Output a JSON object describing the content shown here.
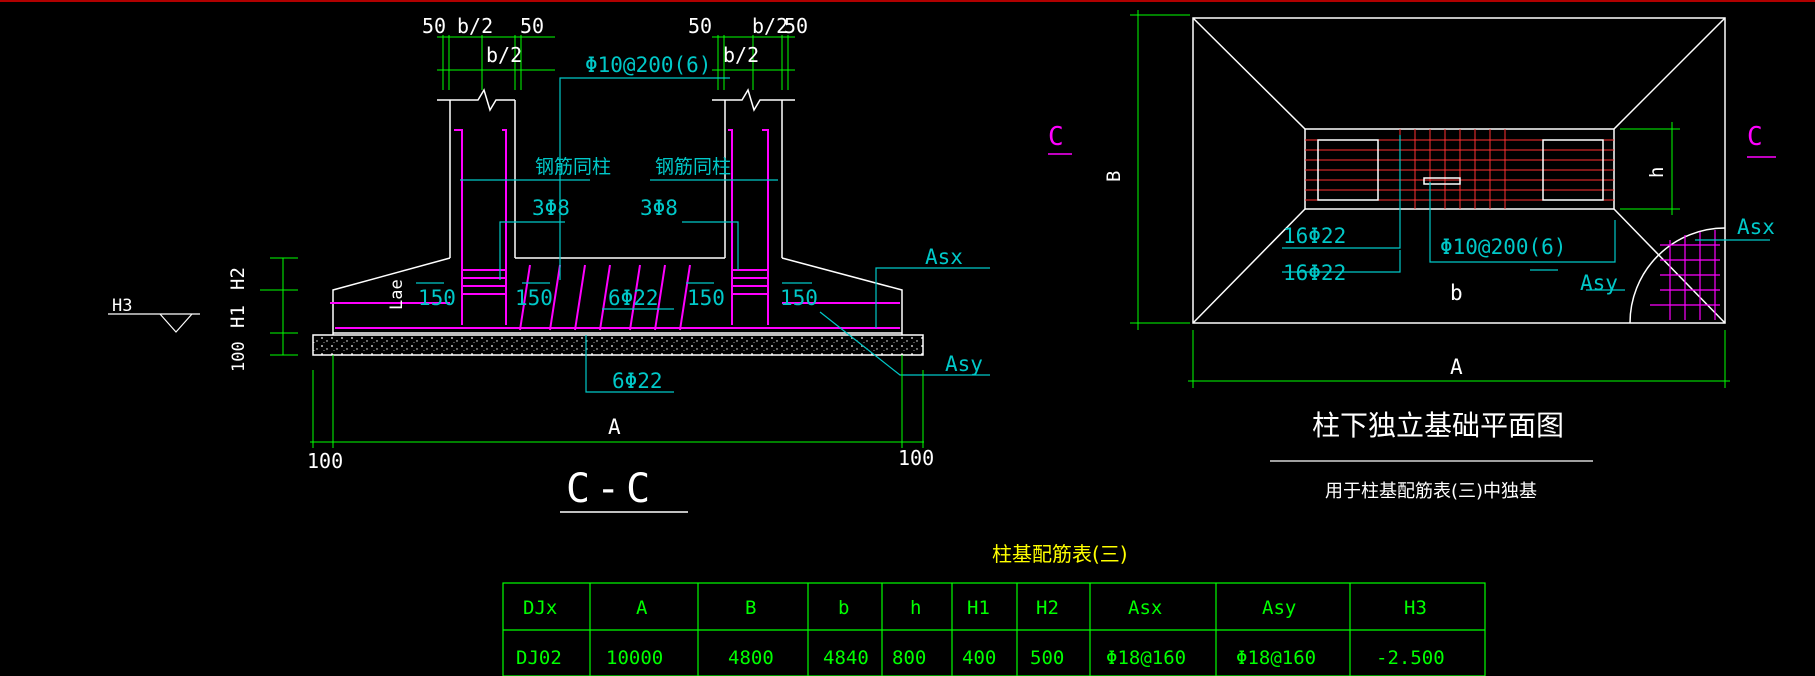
{
  "section": {
    "dims_top_left": [
      "50",
      "b/2",
      "50"
    ],
    "dims_top_right": [
      "50",
      "b/2",
      "50"
    ],
    "b2_inner": "b/2",
    "stirrup_label": "Φ10@200(6)",
    "bars_same_as_column": "钢筋同柱",
    "three_bars": "3Φ8",
    "lae": "Lae",
    "spacing_150": "150",
    "six_bars": "6Φ22",
    "asx": "Asx",
    "asy": "Asy",
    "h1": "H1",
    "h2": "H2",
    "h3": "H3",
    "cover_100": "100",
    "a_label": "A",
    "edge_100": "100",
    "section_title": "C-C"
  },
  "plan": {
    "b_label": "B",
    "c_mark": "C",
    "h_label": "h",
    "top_bars": "16Φ22",
    "bottom_bars": "16Φ22",
    "stirrup_label": "Φ10@200(6)",
    "asy": "Asy",
    "asx": "Asx",
    "b_small": "b",
    "a_label": "A",
    "title": "柱下独立基础平面图",
    "subtitle": "用于柱基配筋表(三)中独基"
  },
  "table": {
    "title": "柱基配筋表(三)",
    "headers": [
      "DJx",
      "A",
      "B",
      "b",
      "h",
      "H1",
      "H2",
      "Asx",
      "Asy",
      "H3"
    ],
    "rows": [
      [
        "DJ02",
        "10000",
        "4800",
        "4840",
        "800",
        "400",
        "500",
        "Φ18@160",
        "Φ18@160",
        "-2.500"
      ]
    ]
  },
  "colors": {
    "background": "#000000",
    "outline": "#ffffff",
    "dimension": "#00ff00",
    "annotation": "#00c8c8",
    "rebar": "#ff00ff",
    "plan_rebar": "#ff3030",
    "title": "#ffff00",
    "table": "#00ff00"
  }
}
